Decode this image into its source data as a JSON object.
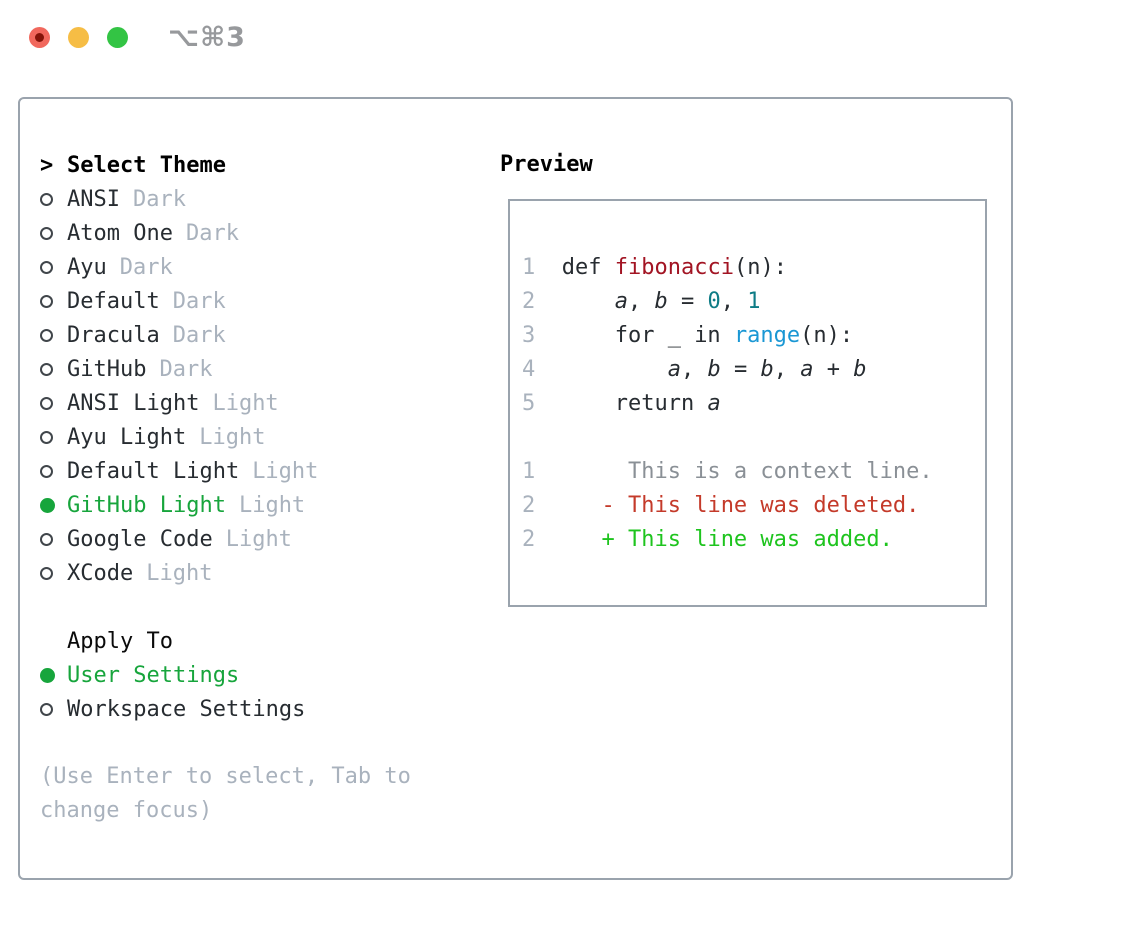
{
  "window": {
    "title": "⌥⌘3"
  },
  "colors": {
    "tl_red": "#f1685d",
    "tl_red_core": "#841409",
    "tl_yellow": "#f6bd45",
    "tl_green": "#33c444",
    "title_gray": "#97999c",
    "border_gray": "#9aa3ad",
    "text_dark": "#272c31",
    "muted_gray": "#a9b2bd",
    "accent_green": "#17a53c",
    "ln_gray": "#a9b2bd",
    "fn_red": "#a21423",
    "num_teal": "#0e7c86",
    "builtin_blue": "#1a97d4",
    "ctx_gray": "#8a9096",
    "del_red": "#c43a2a",
    "add_green": "#1ec41e"
  },
  "theme_picker": {
    "header": {
      "marker": ">",
      "label": "Select Theme"
    },
    "themes": [
      {
        "name": "ANSI",
        "tag": "Dark",
        "selected": false
      },
      {
        "name": "Atom One",
        "tag": "Dark",
        "selected": false
      },
      {
        "name": "Ayu",
        "tag": "Dark",
        "selected": false
      },
      {
        "name": "Default",
        "tag": "Dark",
        "selected": false
      },
      {
        "name": "Dracula",
        "tag": "Dark",
        "selected": false
      },
      {
        "name": "GitHub",
        "tag": "Dark",
        "selected": false
      },
      {
        "name": "ANSI Light",
        "tag": "Light",
        "selected": false
      },
      {
        "name": "Ayu Light",
        "tag": "Light",
        "selected": false
      },
      {
        "name": "Default Light",
        "tag": "Light",
        "selected": false
      },
      {
        "name": "GitHub Light",
        "tag": "Light",
        "selected": true
      },
      {
        "name": "Google Code",
        "tag": "Light",
        "selected": false
      },
      {
        "name": "XCode",
        "tag": "Light",
        "selected": false
      }
    ],
    "apply_to": {
      "label": "Apply To",
      "options": [
        {
          "name": "User Settings",
          "selected": true
        },
        {
          "name": "Workspace Settings",
          "selected": false
        }
      ]
    },
    "hint_lines": [
      "(Use Enter to select, Tab to",
      "change focus)"
    ]
  },
  "preview": {
    "label": "Preview",
    "code_lines": [
      [
        {
          "t": "1",
          "c": "ln"
        },
        {
          "t": "  def ",
          "c": "pl"
        },
        {
          "t": "fibonacci",
          "c": "fn"
        },
        {
          "t": "(n):",
          "c": "pl"
        }
      ],
      [
        {
          "t": "2",
          "c": "ln"
        },
        {
          "t": "      ",
          "c": "pl"
        },
        {
          "t": "a",
          "c": "var"
        },
        {
          "t": ", ",
          "c": "pl"
        },
        {
          "t": "b",
          "c": "var"
        },
        {
          "t": " = ",
          "c": "pl"
        },
        {
          "t": "0",
          "c": "num"
        },
        {
          "t": ", ",
          "c": "pl"
        },
        {
          "t": "1",
          "c": "num"
        }
      ],
      [
        {
          "t": "3",
          "c": "ln"
        },
        {
          "t": "      for _ in ",
          "c": "pl"
        },
        {
          "t": "range",
          "c": "bi"
        },
        {
          "t": "(n):",
          "c": "pl"
        }
      ],
      [
        {
          "t": "4",
          "c": "ln"
        },
        {
          "t": "          ",
          "c": "pl"
        },
        {
          "t": "a",
          "c": "var"
        },
        {
          "t": ", ",
          "c": "pl"
        },
        {
          "t": "b",
          "c": "var"
        },
        {
          "t": " = ",
          "c": "pl"
        },
        {
          "t": "b",
          "c": "var"
        },
        {
          "t": ", ",
          "c": "pl"
        },
        {
          "t": "a",
          "c": "var"
        },
        {
          "t": " + ",
          "c": "pl"
        },
        {
          "t": "b",
          "c": "var"
        }
      ],
      [
        {
          "t": "5",
          "c": "ln"
        },
        {
          "t": "      return ",
          "c": "pl"
        },
        {
          "t": "a",
          "c": "var"
        }
      ],
      [],
      [
        {
          "t": "1",
          "c": "ln"
        },
        {
          "t": "       This is a context line.",
          "c": "ctx"
        }
      ],
      [
        {
          "t": "2",
          "c": "ln"
        },
        {
          "t": "     ",
          "c": "pl"
        },
        {
          "t": "- This line was deleted.",
          "c": "del"
        }
      ],
      [
        {
          "t": "2",
          "c": "ln"
        },
        {
          "t": "     ",
          "c": "pl"
        },
        {
          "t": "+ This line was added.",
          "c": "add"
        }
      ]
    ]
  }
}
